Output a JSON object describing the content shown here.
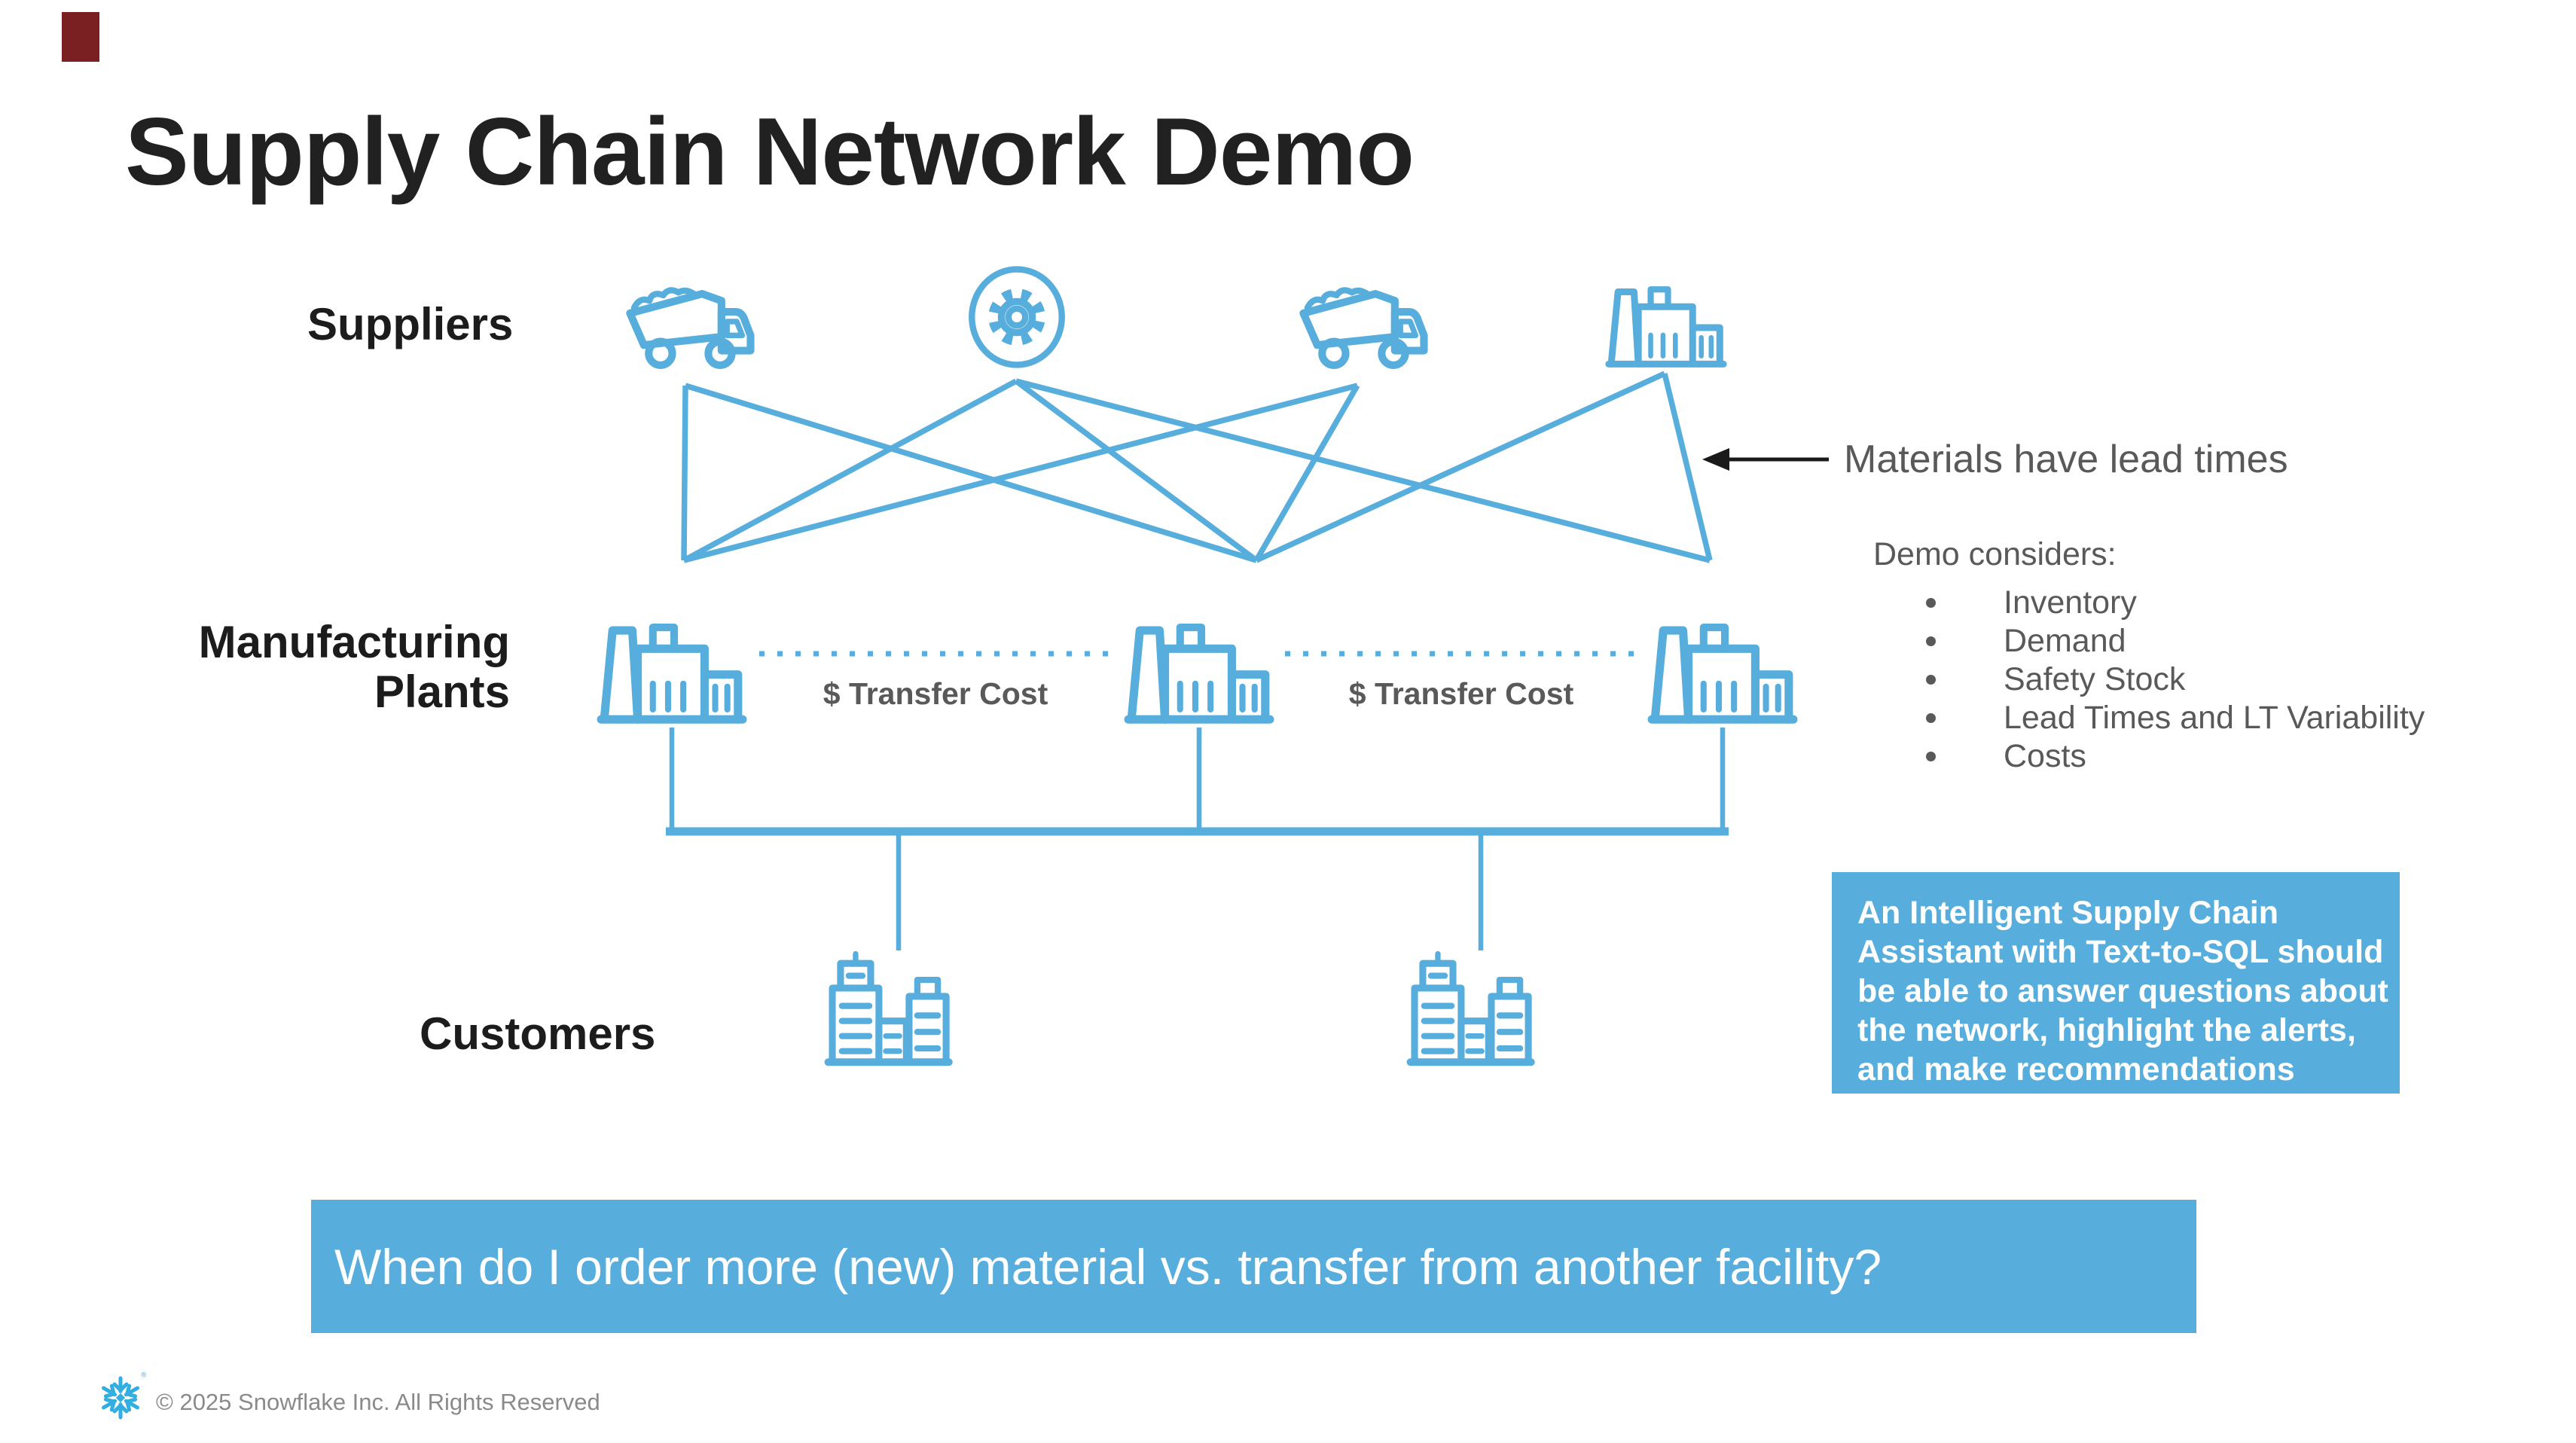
{
  "slide": {
    "title": "Supply Chain Network Demo"
  },
  "rows": {
    "suppliers": {
      "label": "Suppliers",
      "icons": [
        "dump-truck-icon",
        "gear-icon",
        "dump-truck-icon",
        "factory-icon"
      ]
    },
    "manufacturing": {
      "label_line1": "Manufacturing",
      "label_line2": "Plants",
      "icons": [
        "factory-icon",
        "factory-icon",
        "factory-icon"
      ],
      "transfer_cost_label_1": "$ Transfer Cost",
      "transfer_cost_label_2": "$ Transfer Cost"
    },
    "customers": {
      "label": "Customers",
      "icons": [
        "city-buildings-icon",
        "city-buildings-icon"
      ]
    }
  },
  "annotations": {
    "lead_time_note": "Materials have lead times",
    "demo_considers": {
      "heading": "Demo considers:",
      "items": [
        "Inventory",
        "Demand",
        "Safety Stock",
        "Lead Times and LT Variability",
        "Costs"
      ]
    },
    "callout_lines": [
      "An Intelligent Supply Chain",
      "Assistant with Text-to-SQL should",
      "be able to answer questions about",
      "the network, highlight the alerts,",
      "and make recommendations"
    ],
    "banner_question": "When do I order more (new) material vs. transfer from another facility?"
  },
  "footer": {
    "copyright": "© 2025 Snowflake Inc. All Rights Reserved",
    "registered_mark": "®"
  },
  "colors": {
    "diagram_blue": "#57ADDC",
    "box_blue": "#57ADDC",
    "text_gray": "#595959",
    "title_black": "#212121",
    "footer_gray": "#8A8A8A",
    "corner_red": "#7A2022",
    "logo_blue": "#32AEE0",
    "arrow_black": "#1a1a1a"
  },
  "diagram": {
    "supply_edges": [
      [
        910,
        512,
        908,
        744
      ],
      [
        910,
        512,
        1668,
        744
      ],
      [
        1349,
        506,
        908,
        744
      ],
      [
        1349,
        506,
        1668,
        744
      ],
      [
        1349,
        506,
        2270,
        744
      ],
      [
        1802,
        512,
        908,
        744
      ],
      [
        1802,
        512,
        1668,
        744
      ],
      [
        2210,
        496,
        1668,
        744
      ],
      [
        2210,
        496,
        2270,
        744
      ]
    ],
    "plant_links_dotted": [
      [
        1008,
        868,
        1478,
        868
      ],
      [
        1706,
        868,
        2172,
        868
      ]
    ],
    "distribution": {
      "stubs": [
        [
          892,
          966,
          892,
          1104
        ],
        [
          1592,
          966,
          1592,
          1104
        ],
        [
          2287,
          966,
          2287,
          1104
        ]
      ],
      "bus": [
        884,
        1104,
        2295,
        1104
      ],
      "drops": [
        [
          1193,
          1104,
          1193,
          1262
        ],
        [
          1966,
          1104,
          1966,
          1262
        ]
      ]
    }
  }
}
